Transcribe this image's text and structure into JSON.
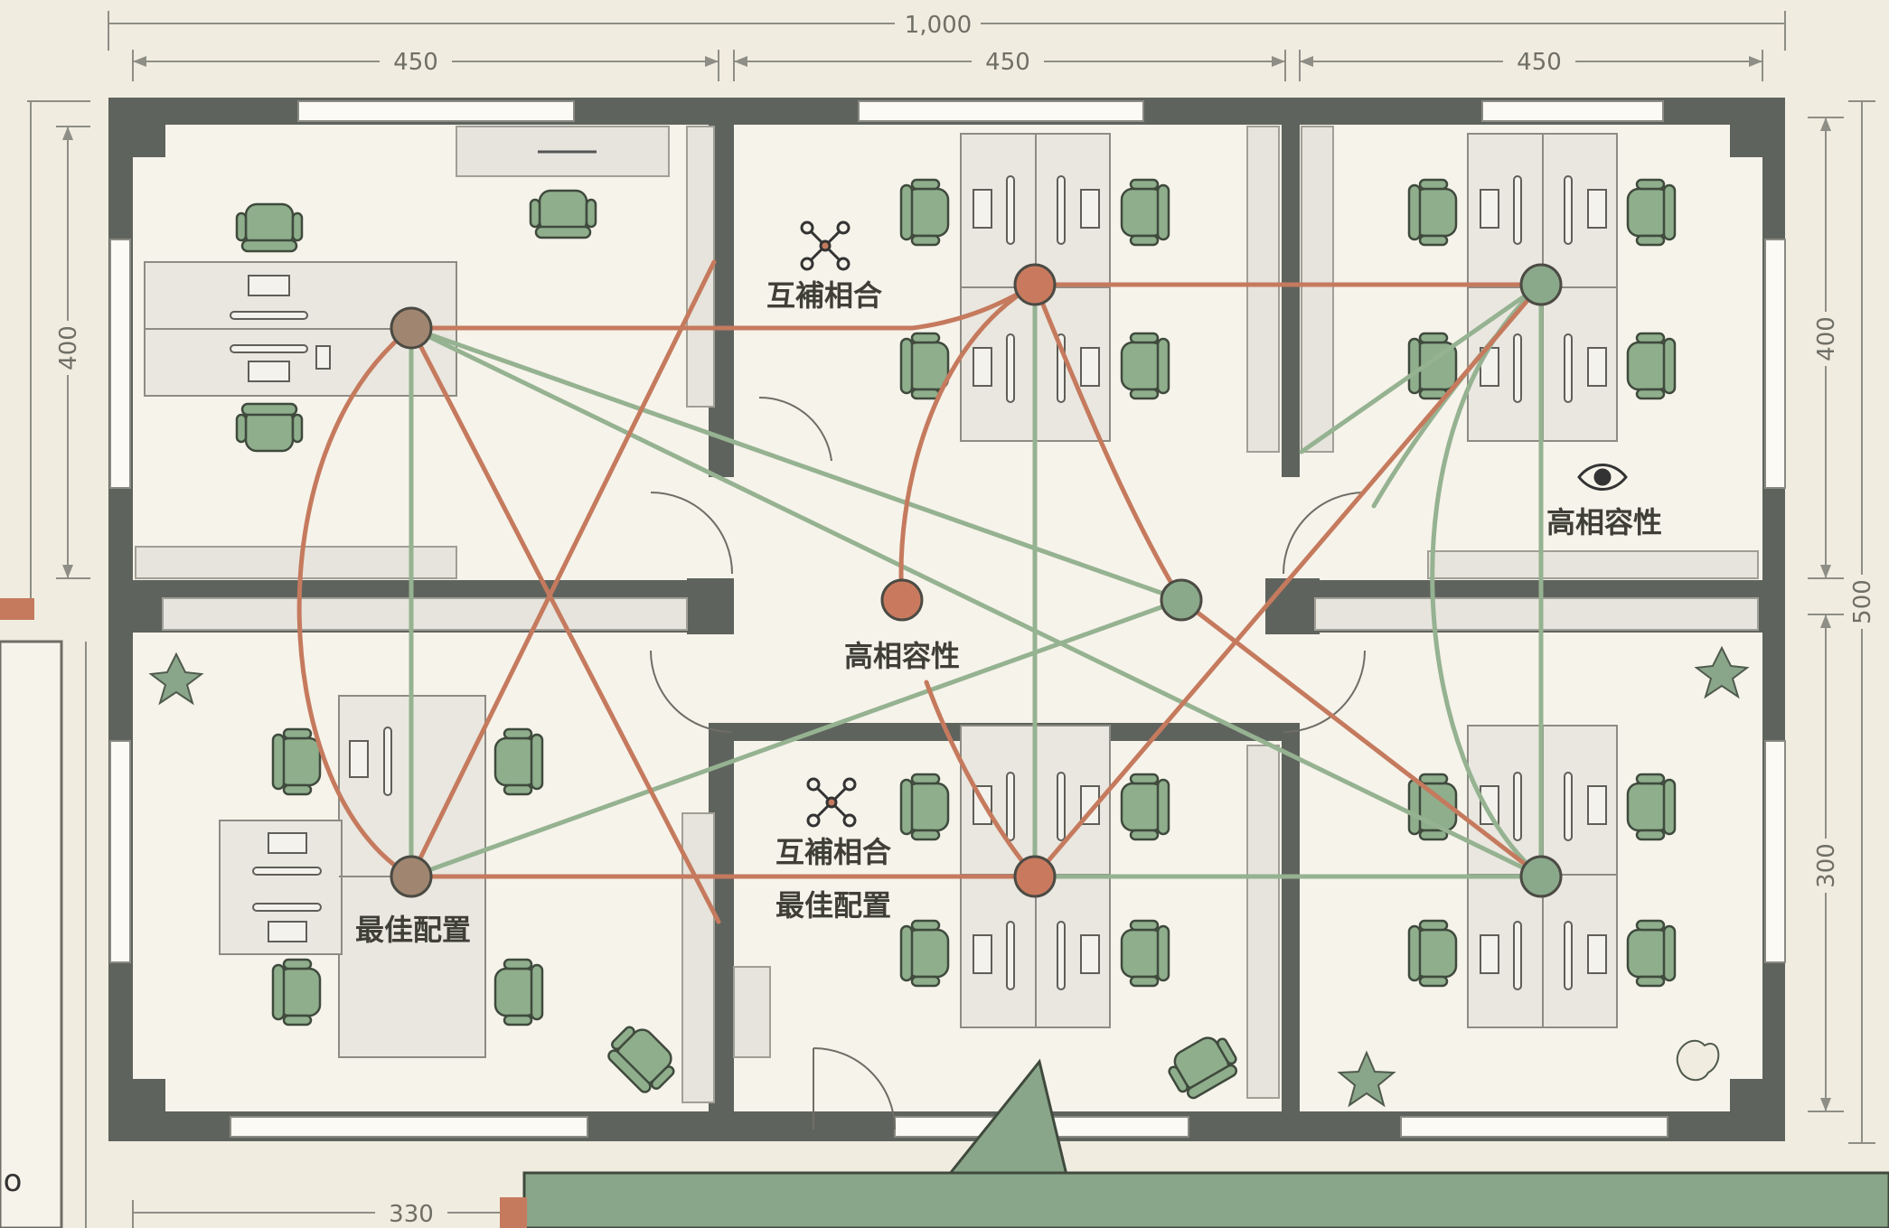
{
  "colors": {
    "background": "#f1ece0",
    "wall": "#5f635d",
    "floor": "#f6f3ea",
    "furniture": "#e6e4dc",
    "chair": "#8fae8c",
    "relation_primary": "#c57a5e",
    "relation_secondary": "#95b291",
    "node_primary": "#c97a5e",
    "node_secondary": "#8aa98a",
    "node_neutral": "#a08670",
    "accent_block": "#8aa68a"
  },
  "dimensions": {
    "overall_width": "1,000",
    "room_width_1": "450",
    "room_width_2": "450",
    "room_width_3": "450",
    "left_height": "400",
    "right_height_top": "400",
    "right_height_bottom": "300",
    "right_total": "500",
    "bottom_partial": "330"
  },
  "labels": {
    "complementary_top": "互補相合",
    "high_compat_right": "高相容性",
    "high_compat_center": "高相容性",
    "complementary_bottom": "互補相合",
    "best_config_center": "最佳配置",
    "best_config_left": "最佳配置"
  },
  "icons": {
    "top_center_icon": "drone-network-icon",
    "bottom_center_icon": "drone-network-icon",
    "right_eye_icon": "eye-icon"
  },
  "misc": {
    "edge_marker": "o"
  }
}
